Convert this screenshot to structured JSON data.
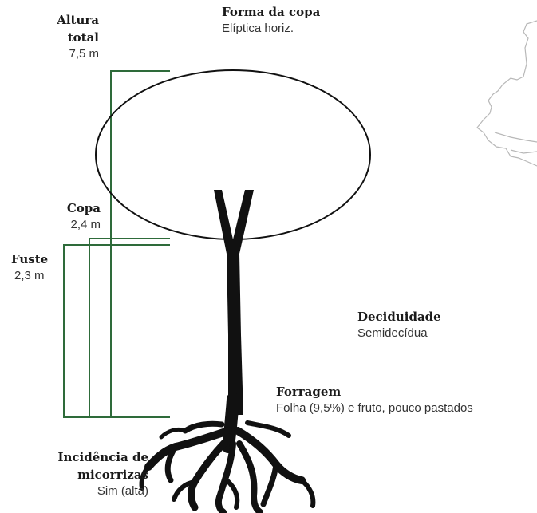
{
  "labels": {
    "altura": {
      "title_line1": "Altura",
      "title_line2": "total",
      "value": "7,5 m"
    },
    "copa": {
      "title": "Copa",
      "value": "2,4 m"
    },
    "fuste": {
      "title": "Fuste",
      "value": "2,3 m"
    },
    "forma": {
      "title": "Forma da copa",
      "value": "Elíptica horiz."
    },
    "deciduidade": {
      "title": "Deciduidade",
      "value": "Semidecídua"
    },
    "forragem": {
      "title": "Forragem",
      "value": "Folha (9,5%) e fruto, pouco pastados"
    },
    "micorrizas": {
      "title_line1": "Incidência de",
      "title_line2": "micorrizas",
      "value": "Sim (alta)"
    }
  },
  "colors": {
    "bracket": "#2e6b3a",
    "tree": "#111111",
    "map_outline": "#b8b8b8"
  }
}
